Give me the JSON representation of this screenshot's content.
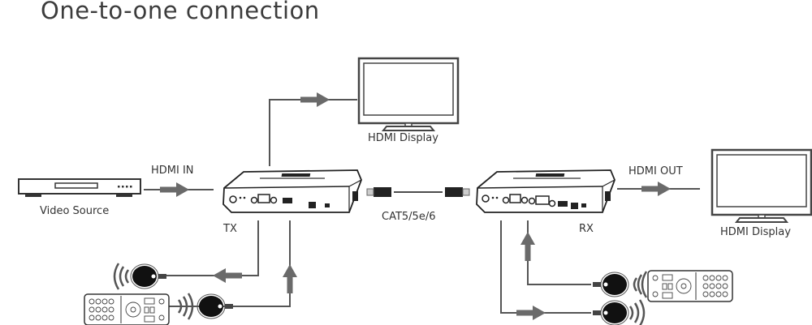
{
  "title": "One-to-one connection",
  "labels": {
    "hdmi_in": "HDMI IN",
    "video_source": "Video Source",
    "tx": "TX",
    "rx": "RX",
    "cable": "CAT5/5e/6",
    "hdmi_out": "HDMI OUT",
    "display_top": "HDMI Display",
    "display_right": "HDMI Display"
  },
  "colors": {
    "line": "#555555",
    "arrow": "#666666",
    "device_stroke": "#2a2a2a",
    "ir_fill": "#111111"
  }
}
